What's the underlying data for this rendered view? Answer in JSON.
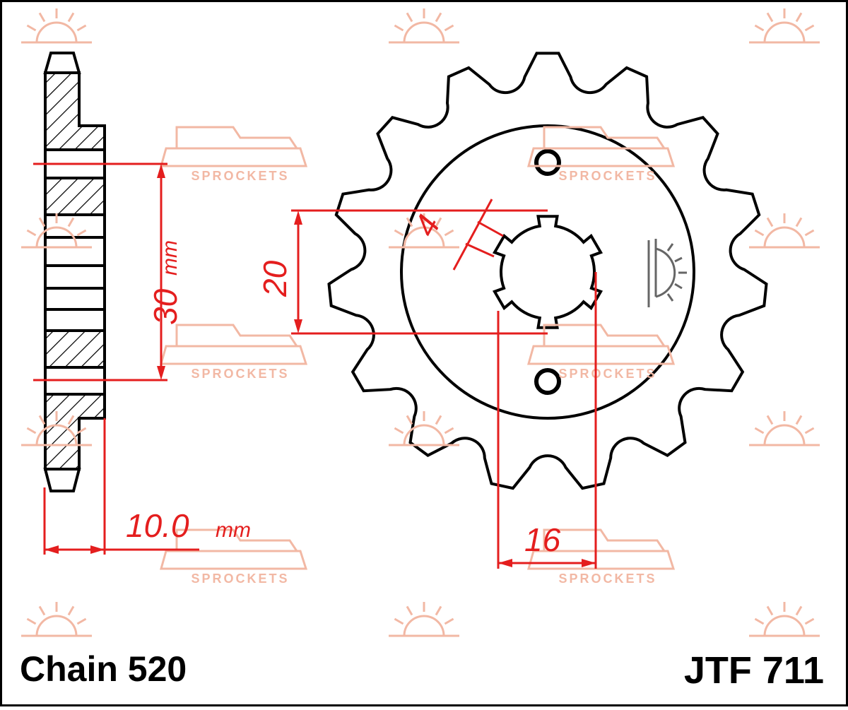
{
  "title_left": "Chain 520",
  "title_right": "JTF 711",
  "watermark": {
    "text": "SPROCKETS",
    "color": "#f2b8a4"
  },
  "colors": {
    "outline": "#000000",
    "dimension": "#e41e1e"
  },
  "sprocket": {
    "teeth": 15,
    "spline_teeth": 6,
    "bolt_holes": 2
  },
  "dimensions": {
    "offset": {
      "value": "30",
      "unit": "mm"
    },
    "bore": {
      "value": "20"
    },
    "spline_width": {
      "value": "4"
    },
    "thickness": {
      "value": "10.0",
      "unit": "mm"
    },
    "spline_span": {
      "value": "16"
    }
  }
}
